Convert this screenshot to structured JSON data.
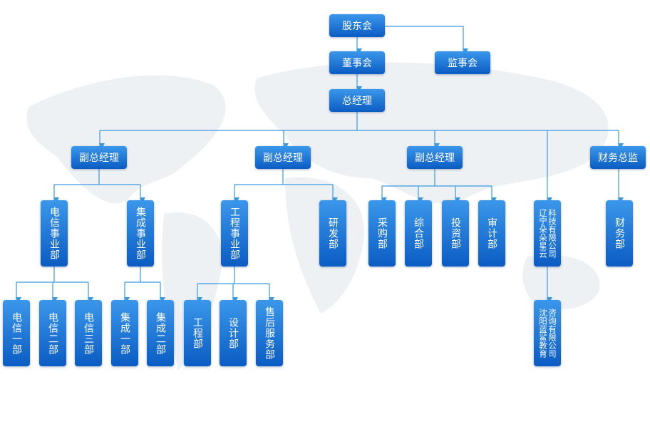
{
  "top": {
    "shareholders": "股东会",
    "board": "董事会",
    "supervisors": "监事会",
    "gm": "总经理"
  },
  "level2": {
    "vp1": "副总经理",
    "vp2": "副总经理",
    "vp3": "副总经理",
    "cfo": "财务总监"
  },
  "level3": {
    "telecom": "电信事业部",
    "integration": "集成事业部",
    "engineering": "工程事业部",
    "rnd": "研发部",
    "purchasing": "采购部",
    "general": "综合部",
    "investment": "投资部",
    "audit": "审计部",
    "company1": "辽宁朵朵星云科技有限公司",
    "finance": "财务部"
  },
  "level4": {
    "telecom1": "电信一部",
    "telecom2": "电信二部",
    "telecom3": "电信三部",
    "integration1": "集成一部",
    "integration2": "集成二部",
    "eng": "工程部",
    "design": "设计部",
    "aftersales": "售后服务部",
    "company2": "沈阳蓝鲨教育咨询有限公司"
  },
  "colors": {
    "box_top": "#3b97ea",
    "box_bottom": "#0b5cc3",
    "line": "#3a9ae0"
  }
}
